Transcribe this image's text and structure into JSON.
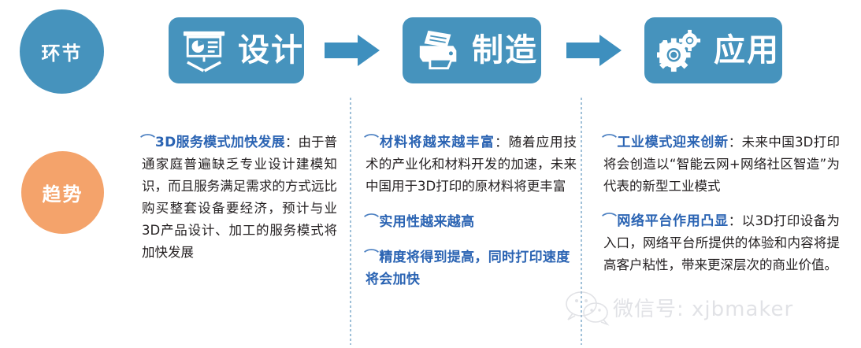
{
  "sidebar": {
    "circles": [
      {
        "id": "stage",
        "label": "环节",
        "color": "#4693bd"
      },
      {
        "id": "trend",
        "label": "趋势",
        "color": "#f4a36b"
      }
    ]
  },
  "header": {
    "accent_color": "#4693bd",
    "steps": [
      {
        "label": "设计",
        "icon": "presentation-board-icon"
      },
      {
        "label": "制造",
        "icon": "printer-icon"
      },
      {
        "label": "应用",
        "icon": "gears-icon"
      }
    ],
    "arrows": [
      {
        "icon": "arrow-right-icon"
      },
      {
        "icon": "arrow-right-icon"
      }
    ]
  },
  "columns": [
    {
      "id": "design",
      "blocks": [
        {
          "bullet": "⌒",
          "heading": "3D服务模式加快发展",
          "colon": "：",
          "body": "由于普通家庭普遍缺乏专业设计建模知识，而且服务满足需求的方式远比购买整套设备要经济，预计与业3D产品设计、加工的服务模式将加快发展"
        }
      ]
    },
    {
      "id": "manufacture",
      "blocks": [
        {
          "bullet": "⌒",
          "heading": "材料将越来越丰富",
          "colon": "：",
          "body": "随着应用技术的产业化和材料开发的加速，未来中国用于3D打印的原材料将更丰富"
        },
        {
          "bullet": "⌒",
          "heading": "实用性越来越高",
          "colon": "",
          "body": ""
        },
        {
          "bullet": "⌒",
          "heading": "精度将得到提高，同时打印速度将会加快",
          "colon": "",
          "body": ""
        }
      ]
    },
    {
      "id": "application",
      "blocks": [
        {
          "bullet": "⌒",
          "heading": "工业模式迎来创新",
          "colon": "：",
          "body": "未来中国3D打印将会创造以“智能云网+网络社区智造”为代表的新型工业模式"
        },
        {
          "bullet": "⌒",
          "heading": "网络平台作用凸显",
          "colon": "：",
          "body": "以3D打印设备为入口，网络平台所提供的体验和内容将提高客户粘性，带来更深层次的商业价值。"
        }
      ]
    }
  ],
  "watermark": {
    "text": "微信号: xjbmaker",
    "logo": "wechat-icon"
  },
  "colors": {
    "blue": "#4693bd",
    "orange": "#f4a36b",
    "heading_blue": "#2b64b3",
    "body_text": "#231f20",
    "divider": "#9fc0d8"
  }
}
